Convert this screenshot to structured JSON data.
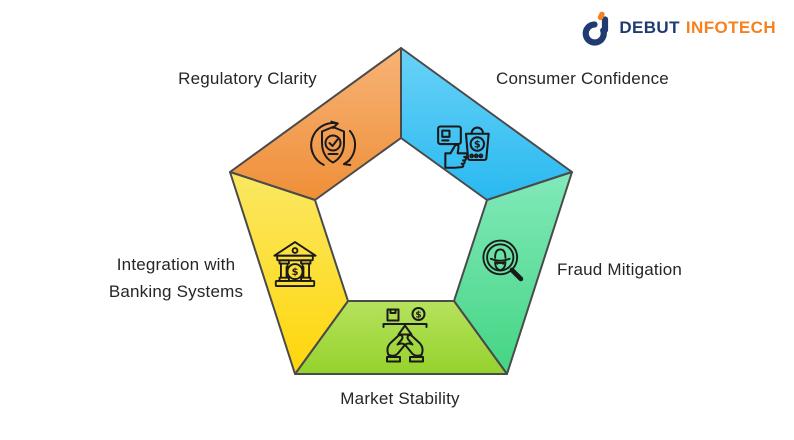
{
  "page": {
    "background": "#ffffff"
  },
  "logo": {
    "brand_primary": "DEBUT",
    "brand_secondary": "INFOTECH",
    "primary_color": "#1F3B70",
    "secondary_color": "#F5821F"
  },
  "diagram": {
    "type": "pentagon-ring-infographic",
    "outline_color": "#4a4a4a",
    "icon_stroke": "#1a1a1a",
    "currency_symbol": "$",
    "segments": [
      {
        "id": "regulatory-clarity",
        "label": "Regulatory Clarity",
        "icon": "shield-check-cycle-icon",
        "position": "top-left",
        "color_top": "#F7B377",
        "color_bottom": "#EF8F38"
      },
      {
        "id": "consumer-confidence",
        "label": "Consumer Confidence",
        "icon": "thumbs-up-shopping-bag-icon",
        "position": "top-right",
        "color_top": "#69D2F7",
        "color_bottom": "#29B9F0"
      },
      {
        "id": "fraud-mitigation",
        "label": "Fraud Mitigation",
        "icon": "spy-magnifier-icon",
        "position": "right",
        "color_top": "#82E9BA",
        "color_bottom": "#44D583"
      },
      {
        "id": "market-stability",
        "label": "Market Stability",
        "icon": "hands-balance-icon",
        "position": "bottom",
        "color_top": "#B6E25D",
        "color_bottom": "#95D22C"
      },
      {
        "id": "integration-banking",
        "label": "Integration with Banking Systems",
        "label_lines": [
          "Integration with",
          "Banking Systems"
        ],
        "icon": "bank-icon",
        "position": "left",
        "color_top": "#FAE863",
        "color_bottom": "#FFD60A"
      }
    ]
  }
}
